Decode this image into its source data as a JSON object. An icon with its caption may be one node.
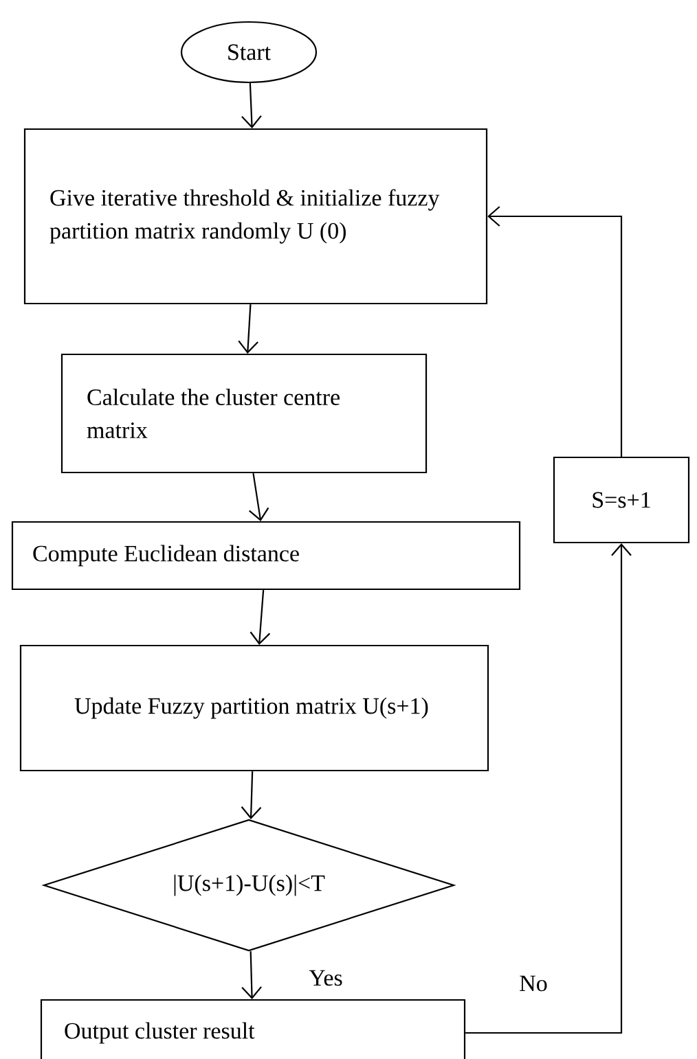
{
  "diagram": {
    "nodes": [
      {
        "text": [
          "Start"
        ]
      },
      {
        "text": [
          "Give iterative threshold & initialize fuzzy partition matrix randomly U (0)"
        ]
      },
      {
        "text": [
          "Calculate the cluster centre matrix"
        ]
      },
      {
        "text": [
          "Compute Euclidean distance"
        ]
      },
      {
        "text": [
          "Update Fuzzy partition matrix U(s+1)"
        ]
      },
      {
        "text": [
          "|U(s+1)-U(s)|<T"
        ]
      },
      {
        "text": [
          "Output cluster result"
        ]
      },
      {
        "text": [
          "S=s+1"
        ]
      }
    ],
    "edges": [
      {
        "from": 0,
        "to": 1,
        "arrow": "to"
      },
      {
        "from": 1,
        "to": 2,
        "arrow": "to"
      },
      {
        "from": 2,
        "to": 3,
        "arrow": "to"
      },
      {
        "from": 3,
        "to": 4,
        "arrow": "to"
      },
      {
        "from": 4,
        "to": 5,
        "arrow": "to"
      },
      {
        "from": 5,
        "to": 6,
        "arrow": "to",
        "label": "Yes"
      },
      {
        "from": 6,
        "to": 7,
        "arrow": "to",
        "label": "No"
      },
      {
        "from": 7,
        "to": 1,
        "arrow": "to"
      }
    ]
  }
}
